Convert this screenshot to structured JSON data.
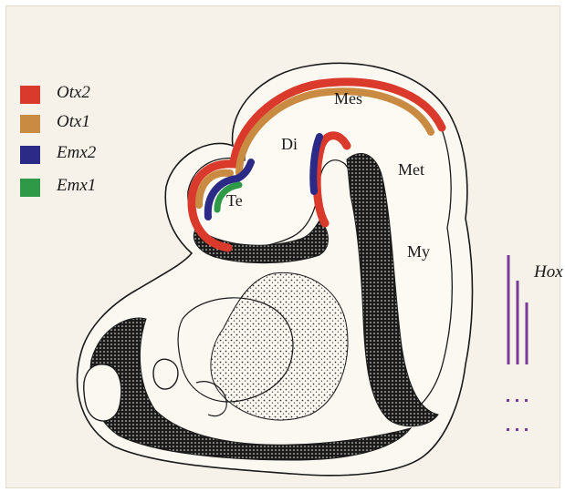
{
  "legend": [
    {
      "gene": "Otx2",
      "color": "#d93a2b"
    },
    {
      "gene": "Otx1",
      "color": "#c98a42"
    },
    {
      "gene": "Emx2",
      "color": "#2b2a86"
    },
    {
      "gene": "Emx1",
      "color": "#2e9a48"
    }
  ],
  "regions": {
    "mes": "Mes",
    "di": "Di",
    "met": "Met",
    "te": "Te",
    "my": "My"
  },
  "hox": {
    "label": "Hox",
    "color": "#7a3a9a"
  },
  "colors": {
    "background": "#f7f2e9",
    "outline": "#1a1a1a",
    "stipple": "#222222"
  }
}
